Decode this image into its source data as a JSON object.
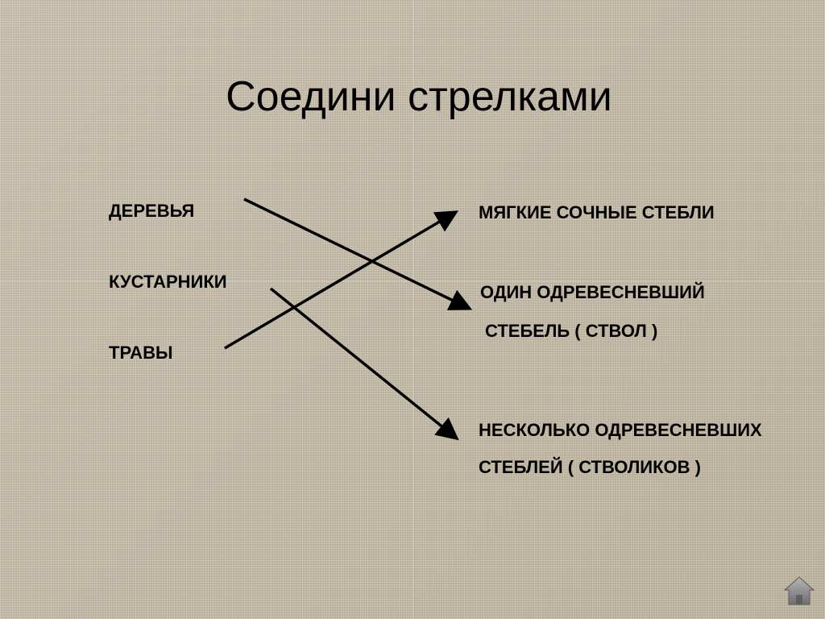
{
  "slide": {
    "title": "Соедини стрелками"
  },
  "left_items": [
    {
      "label": "ДЕРЕВЬЯ"
    },
    {
      "label": "КУСТАРНИКИ"
    },
    {
      "label": "ТРАВЫ"
    }
  ],
  "right_items": [
    {
      "line1": "МЯГКИЕ СОЧНЫЕ СТЕБЛИ"
    },
    {
      "line1": "ОДИН ОДРЕВЕСНЕВШИЙ",
      "line2": "СТЕБЕЛЬ  ( СТВОЛ )"
    },
    {
      "line1": "НЕСКОЛЬКО ОДРЕВЕСНЕВШИХ",
      "line2": "СТЕБЛЕЙ   ( СТВОЛИКОВ )"
    }
  ],
  "connections": [
    {
      "from": "ДЕРЕВЬЯ",
      "to": "ОДИН ОДРЕВЕСНЕВШИЙ СТЕБЕЛЬ ( СТВОЛ )"
    },
    {
      "from": "КУСТАРНИКИ",
      "to": "НЕСКОЛЬКО ОДРЕВЕСНЕВШИХ СТЕБЛЕЙ ( СТВОЛИКОВ )"
    },
    {
      "from": "ТРАВЫ",
      "to": "МЯГКИЕ СОЧНЫЕ СТЕБЛИ"
    }
  ],
  "navigation": {
    "home_icon": "home-icon"
  },
  "colors": {
    "background": "#c9bfab",
    "text": "#000000",
    "home_button": "#8a8a8a"
  }
}
